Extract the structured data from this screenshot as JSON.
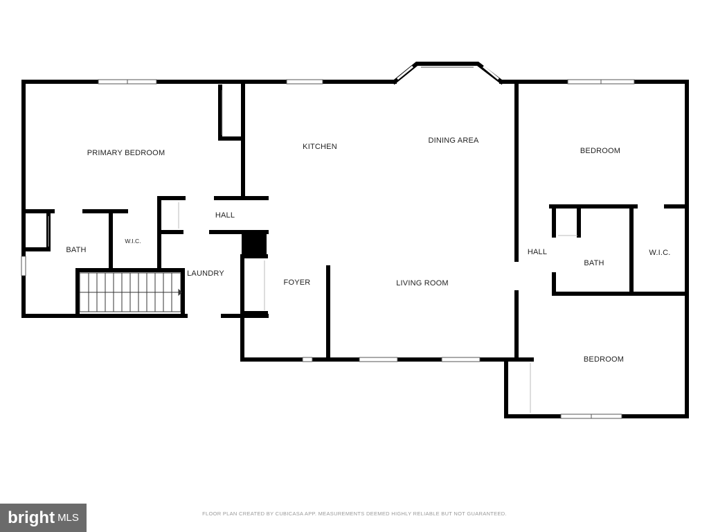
{
  "rooms": {
    "primary_bedroom": "PRIMARY BEDROOM",
    "kitchen": "KITCHEN",
    "dining_area": "DINING AREA",
    "bedroom_1": "BEDROOM",
    "hall_left": "HALL",
    "bath_left": "BATH",
    "wic_left": "W.I.C.",
    "laundry": "LAUNDRY",
    "foyer": "FOYER",
    "living_room": "LIVING ROOM",
    "hall_right": "HALL",
    "bath_right": "BATH",
    "wic_right": "W.I.C.",
    "bedroom_2": "BEDROOM"
  },
  "footer": {
    "disclaimer": "FLOOR PLAN CREATED BY CUBICASA APP. MEASUREMENTS DEEMED HIGHLY RELIABLE BUT NOT GUARANTEED."
  },
  "brand": {
    "name": "bright",
    "sub": "MLS"
  }
}
